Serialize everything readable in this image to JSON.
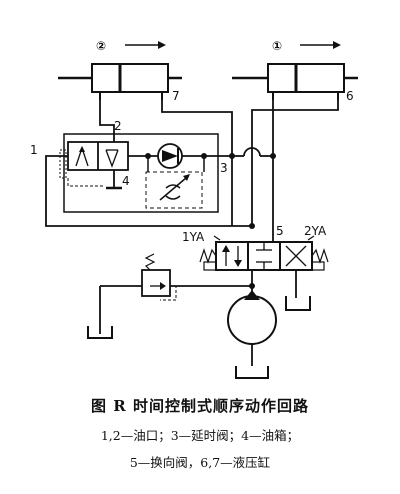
{
  "diagram": {
    "labels": {
      "cyl2": "②",
      "cyl1": "①",
      "port1": "1",
      "port2": "2",
      "port3": "3",
      "port4": "4",
      "port5": "5",
      "port6": "6",
      "port7": "7",
      "sol1": "1YA",
      "sol2": "2YA"
    }
  },
  "caption": {
    "title": "图 R 时间控制式顺序动作回路",
    "line1": "1,2—油口；3—延时阀；4—油箱；",
    "line2": "5—换向阀，6,7—液压缸"
  }
}
